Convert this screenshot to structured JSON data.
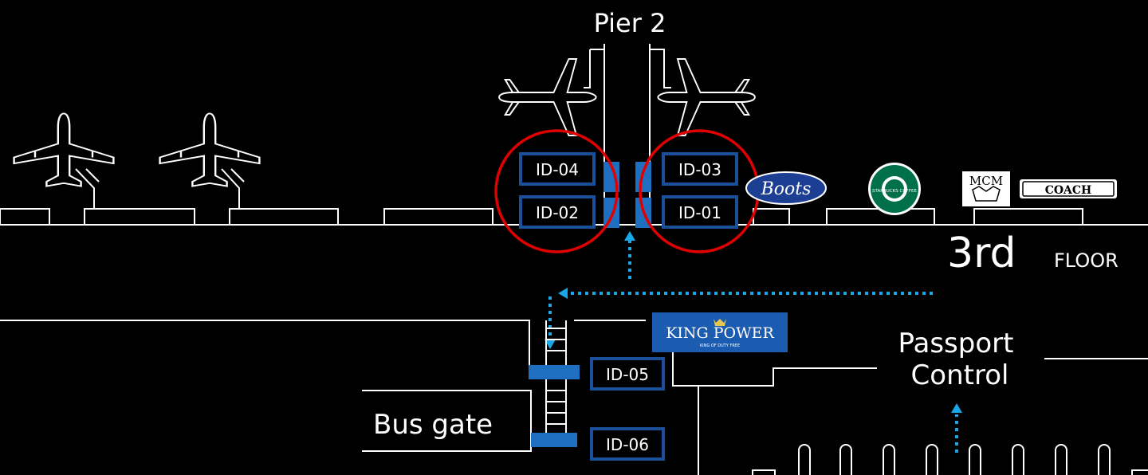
{
  "pier_title": "Pier 2",
  "floor": {
    "number": "3rd",
    "word": "FLOOR"
  },
  "gates": {
    "id01": "ID-01",
    "id02": "ID-02",
    "id03": "ID-03",
    "id04": "ID-04",
    "id05": "ID-05",
    "id06": "ID-06"
  },
  "locations": {
    "passport_line1": "Passport",
    "passport_line2": "Control",
    "bus_gate": "Bus gate"
  },
  "brands": {
    "boots": "Boots",
    "starbucks": "STARBUCKS COFFEE",
    "mcm": "MCM",
    "coach": "COACH",
    "king_power": "KING POWER",
    "king_power_sub": "KING OF DUTY FREE"
  },
  "colors": {
    "background": "#000000",
    "line": "#ffffff",
    "gate_fill": "#1f6fc0",
    "gate_border": "#1a4f9a",
    "highlight_circle": "#e00000",
    "route_arrow": "#1aa8e8",
    "boots_blue": "#1c3f94",
    "starbucks_green": "#00704a",
    "king_power_blue": "#1c5cb0"
  },
  "icons": [
    "airplane-icon",
    "route-arrow-icon"
  ]
}
